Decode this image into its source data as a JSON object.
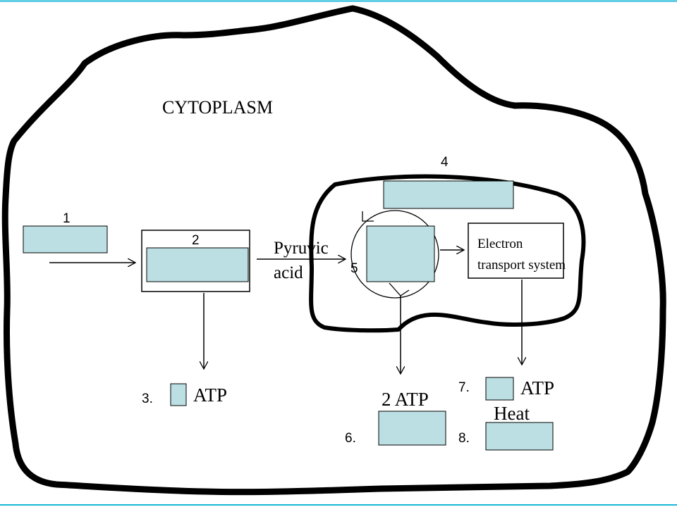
{
  "diagram": {
    "region_label": "CYTOPLASM",
    "pyruvic_line1": "Pyruvic",
    "pyruvic_line2": "acid",
    "ets_line1": "Electron",
    "ets_line2": "transport system",
    "atp_label": "ATP",
    "two_atp_label": "2 ATP",
    "atp_label_2": "ATP",
    "heat_label": "Heat",
    "colors": {
      "answer_box": "#bcdfe3",
      "outline": "#000000",
      "frame_line": "#19b8d8"
    }
  },
  "blanks": [
    {
      "number": "1",
      "value": ""
    },
    {
      "number": "2",
      "value": ""
    },
    {
      "number": "3.",
      "value": ""
    },
    {
      "number": "4",
      "value": ""
    },
    {
      "number": "5",
      "value": ""
    },
    {
      "number": "6.",
      "value": ""
    },
    {
      "number": "7.",
      "value": ""
    },
    {
      "number": "8.",
      "value": ""
    }
  ]
}
